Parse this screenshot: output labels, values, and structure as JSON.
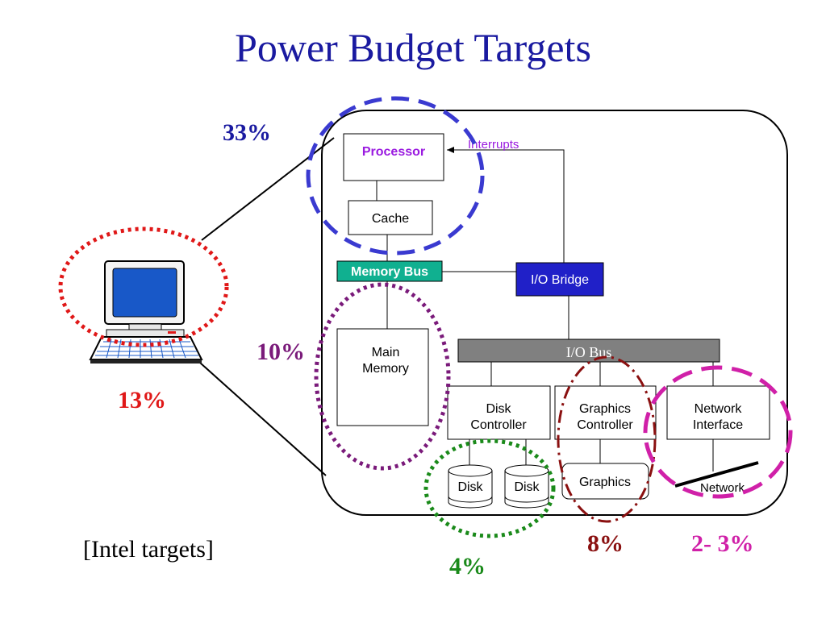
{
  "title": "Power Budget Targets",
  "note": "[Intel targets]",
  "labels": {
    "processor": "Processor",
    "interrupts": "Interrupts",
    "cache": "Cache",
    "memory_bus": "Memory Bus",
    "io_bridge": "I/O Bridge",
    "main_memory_1": "Main",
    "main_memory_2": "Memory",
    "io_bus": "I/O Bus",
    "disk_controller_1": "Disk",
    "disk_controller_2": "Controller",
    "graphics_controller_1": "Graphics",
    "graphics_controller_2": "Controller",
    "network_interface_1": "Network",
    "network_interface_2": "Interface",
    "disk_a": "Disk",
    "disk_b": "Disk",
    "graphics": "Graphics",
    "network": "Network"
  },
  "percentages": {
    "processor": "33%",
    "memory": "10%",
    "display": "13%",
    "disk": "4%",
    "graphics": "8%",
    "network": "2- 3%"
  },
  "colors": {
    "title": "#1a1aa0",
    "processor_ring": "#3a3ad0",
    "display_ring": "#e01818",
    "memory_ring": "#7a1a7a",
    "disk_ring": "#1a8a1a",
    "graphics_ring": "#8a1010",
    "network_ring": "#d020a8",
    "memory_bus_fill": "#10b090",
    "io_bridge_fill": "#2020c8",
    "io_bus_fill": "#808080",
    "processor_text": "#9a1ae0"
  },
  "icons": [
    "desktop-computer-icon"
  ]
}
